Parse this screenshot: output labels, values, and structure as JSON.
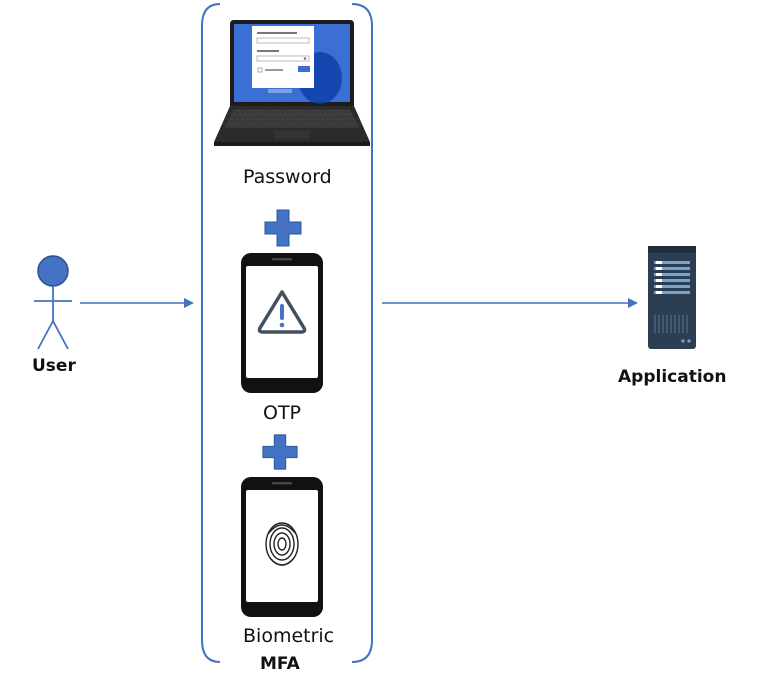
{
  "user": {
    "label": "User"
  },
  "mfa": {
    "title": "MFA",
    "factors": [
      {
        "label": "Password",
        "icon": "laptop-icon"
      },
      {
        "label": "OTP",
        "icon": "phone-warning-icon"
      },
      {
        "label": "Biometric",
        "icon": "phone-fingerprint-icon"
      }
    ],
    "connector_icon": "plus-icon"
  },
  "application": {
    "label": "Application",
    "icon": "server-icon"
  },
  "colors": {
    "accent": "#4472C4",
    "plus": "#4472C4",
    "device": "#1a1a1a",
    "server": "#2b3e52"
  }
}
